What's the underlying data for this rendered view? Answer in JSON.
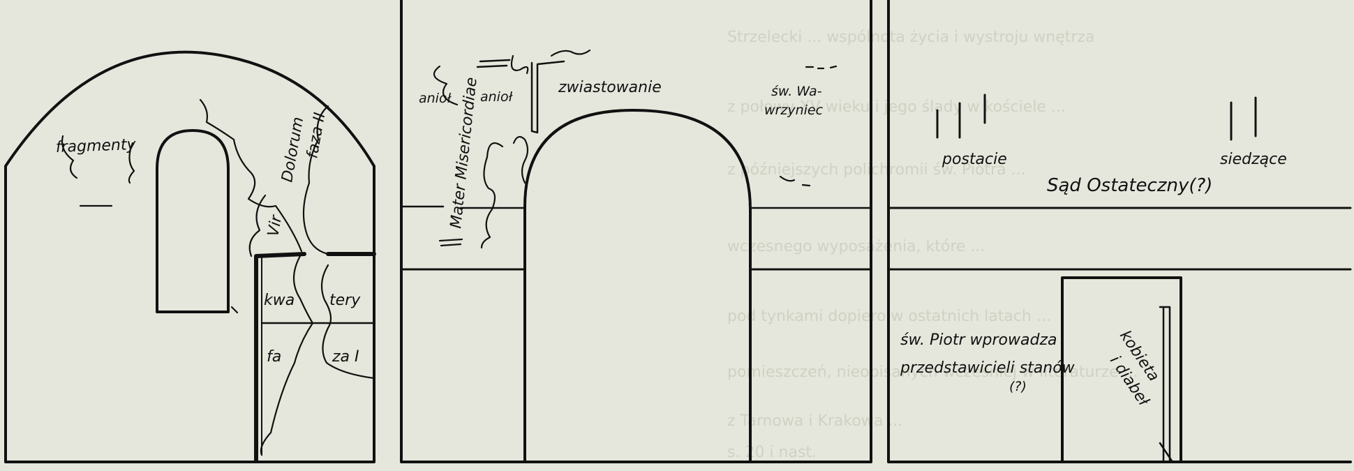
{
  "figure": {
    "panel_left": {
      "labels": {
        "fragmenty": "fragmenty",
        "vir": "Vir",
        "dolorum": "Dolorum",
        "faza_ii": "faza II",
        "kwa": "kwa",
        "tery": "tery",
        "fa": "fa",
        "za_i": "za I"
      }
    },
    "panel_middle": {
      "labels": {
        "mater_misericordiae": "Mater Misericordiae",
        "aniol_1": "anioł",
        "aniol_2": "anioł",
        "zwiastowanie": "zwiastowanie",
        "sw_wawrzyniec_1": "św. Wa-",
        "sw_wawrzyniec_2": "wrzyniec"
      }
    },
    "panel_right": {
      "labels": {
        "postacie": "postacie",
        "siedzace": "siedzące",
        "sad_ostateczny": "Sąd Ostateczny(?)",
        "sw_piotr_1": "św. Piotr wprowadza",
        "sw_piotr_2": "przedstawicieli stanów",
        "sw_piotr_3": "(?)",
        "kobieta_1": "kobieta",
        "kobieta_2": "i diabeł"
      }
    }
  },
  "background_text": {
    "lines": [
      "Strzelecki ... wspólnota życia i wystroju wnętrza",
      "z połowy XV wieku i jego ślady w kościele ...",
      "z późniejszych polichromii św. Piotra ...",
      "wczesnego wyposażenia, które ...",
      "pod tynkami dopiero w ostatnich latach ...",
      "pomieszczeń, nieopisanych wcześniej w literaturze ...",
      "z Tarnowa i Krakowa ...",
      "s. 20 i nast."
    ]
  },
  "colors": {
    "paper": "#e6e7dc",
    "ink": "#111111",
    "faint_text": "#c9cbbd"
  }
}
